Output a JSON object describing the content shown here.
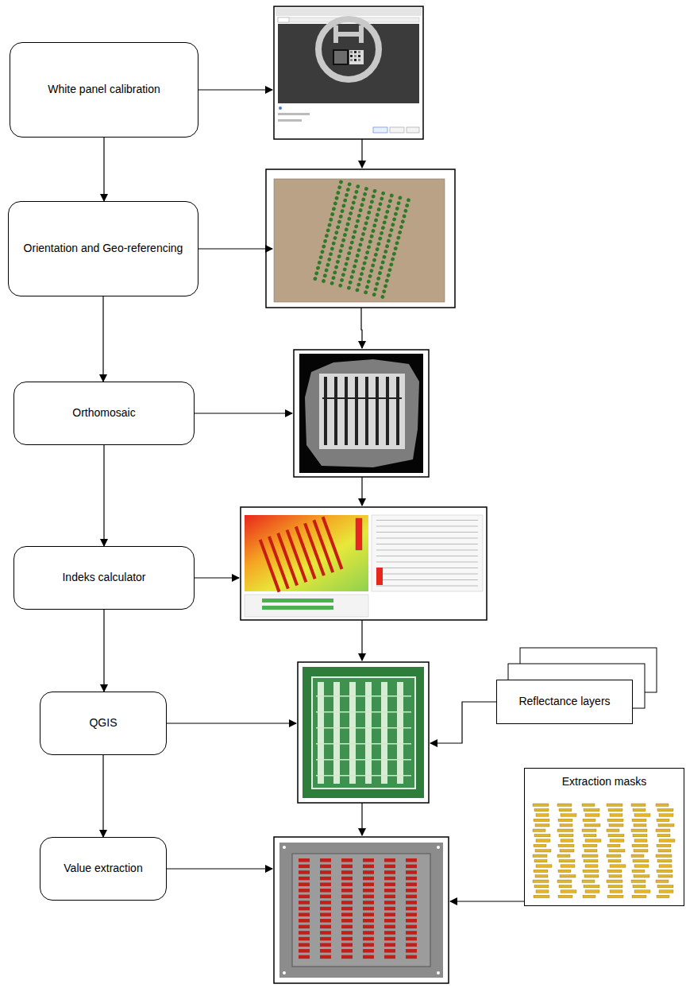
{
  "diagram": {
    "nodes": [
      {
        "text": [
          "White panel calibration"
        ]
      },
      {
        "text": [
          "Orientation and Geo-referencing"
        ]
      },
      {
        "text": [
          "Orthomosaic"
        ]
      },
      {
        "text": [
          "Indeks calculator"
        ]
      },
      {
        "text": [
          "QGIS"
        ]
      },
      {
        "text": [
          "Value extraction"
        ]
      },
      {
        "text": [
          "Reflectance layers"
        ]
      },
      {
        "text": [
          "Extraction masks"
        ]
      }
    ],
    "edges": [
      {
        "from": 0,
        "to": 1,
        "arrow": "to"
      },
      {
        "from": 1,
        "to": 2,
        "arrow": "to"
      },
      {
        "from": 2,
        "to": 3,
        "arrow": "to"
      },
      {
        "from": 3,
        "to": 4,
        "arrow": "to"
      },
      {
        "from": 4,
        "to": 5,
        "arrow": "to"
      }
    ]
  }
}
